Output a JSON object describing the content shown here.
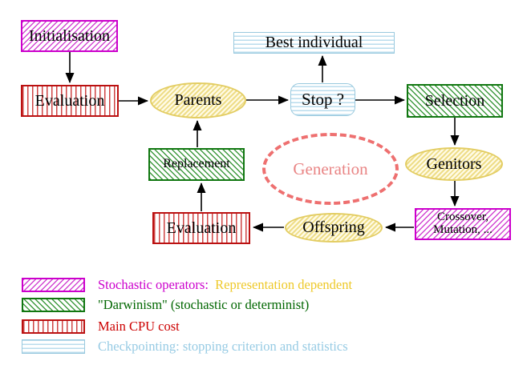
{
  "nodes": {
    "initialisation": "Initialisation",
    "evaluation_top": "Evaluation",
    "parents": "Parents",
    "best_individual": "Best individual",
    "stop": "Stop ?",
    "selection": "Selection",
    "genitors": "Genitors",
    "crossover_line1": "Crossover,",
    "crossover_line2": "Mutation, ...",
    "offspring": "Offspring",
    "evaluation_bottom": "Evaluation",
    "replacement": "Replacement",
    "generation": "Generation"
  },
  "legend": {
    "stochastic_label": "Stochastic operators:",
    "stochastic_note": "Representation dependent",
    "darwinism_label": "\"Darwinism\" (stochastic or determinist)",
    "cpu_label": "Main CPU cost",
    "checkpoint_label": "Checkpointing: stopping criterion and statistics"
  },
  "colors": {
    "magenta": "#cc00cc",
    "red_border": "#bb1111",
    "red_text": "#cc0000",
    "yellow_border": "#e3cd63",
    "gold_text": "#eec929",
    "green_border": "#117711",
    "green_text": "#006600",
    "cyan": "#99c9de",
    "salmon_dash": "#ee7070",
    "salmon_text": "#e98585",
    "arrow": "#000000",
    "node_text": "#000000"
  }
}
